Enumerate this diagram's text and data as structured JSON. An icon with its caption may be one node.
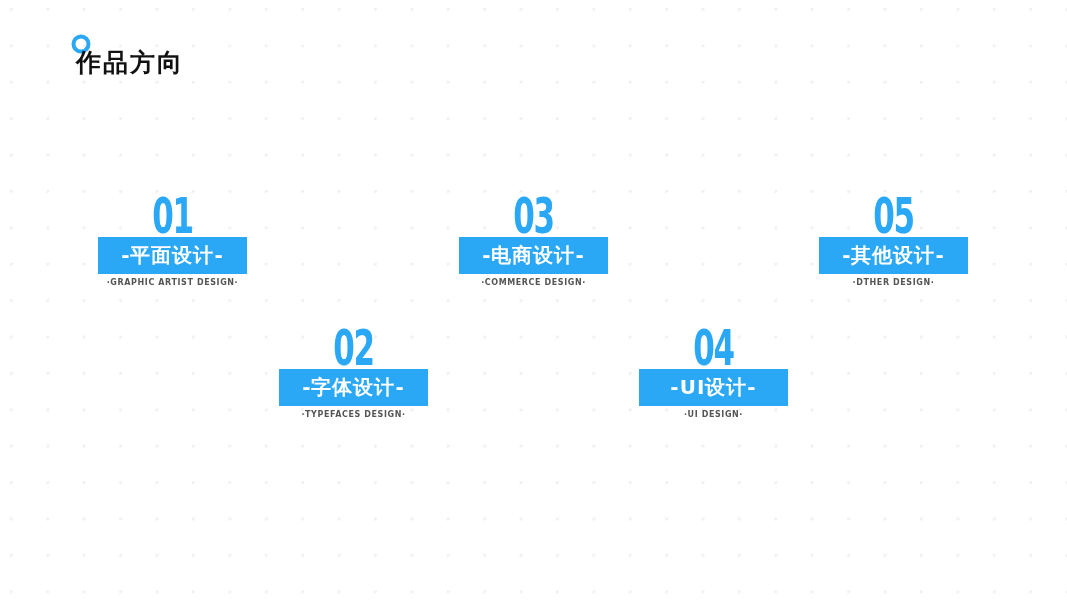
{
  "diagram": {
    "title": "作品方向",
    "nodes": [
      {
        "text": [
          "01",
          "-平面设计-"
        ],
        "beside": [
          "·GRAPHIC ARTIST DESIGN·"
        ]
      },
      {
        "text": [
          "03",
          "-电商设计-"
        ],
        "beside": [
          "·COMMERCE DESIGN·"
        ]
      },
      {
        "text": [
          "05",
          "-其他设计-"
        ],
        "beside": [
          "·DTHER DESIGN·"
        ]
      },
      {
        "text": [
          "02",
          "-字体设计-"
        ],
        "beside": [
          "·TYPEFACES DESIGN·"
        ]
      },
      {
        "text": [
          "04",
          "-UI设计-"
        ],
        "beside": [
          "·UI DESIGN·"
        ]
      }
    ]
  }
}
